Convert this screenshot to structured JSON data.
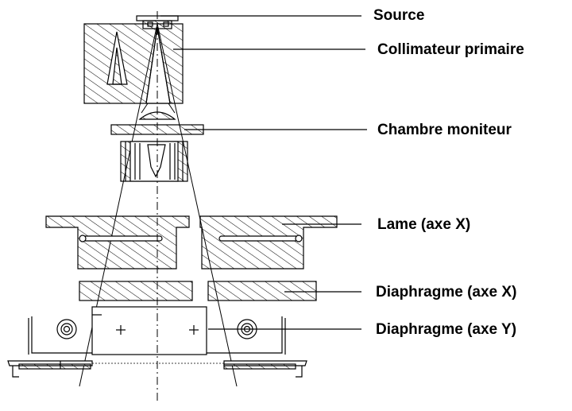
{
  "labels": {
    "source": "Source",
    "primary_collimator": "Collimateur primaire",
    "monitor_chamber": "Chambre moniteur",
    "jaw_x": "Lame (axe X)",
    "diaphragm_x": "Diaphragme (axe X)",
    "diaphragm_y": "Diaphragme (axe Y)"
  },
  "colors": {
    "line": "#000000",
    "background": "#ffffff"
  }
}
